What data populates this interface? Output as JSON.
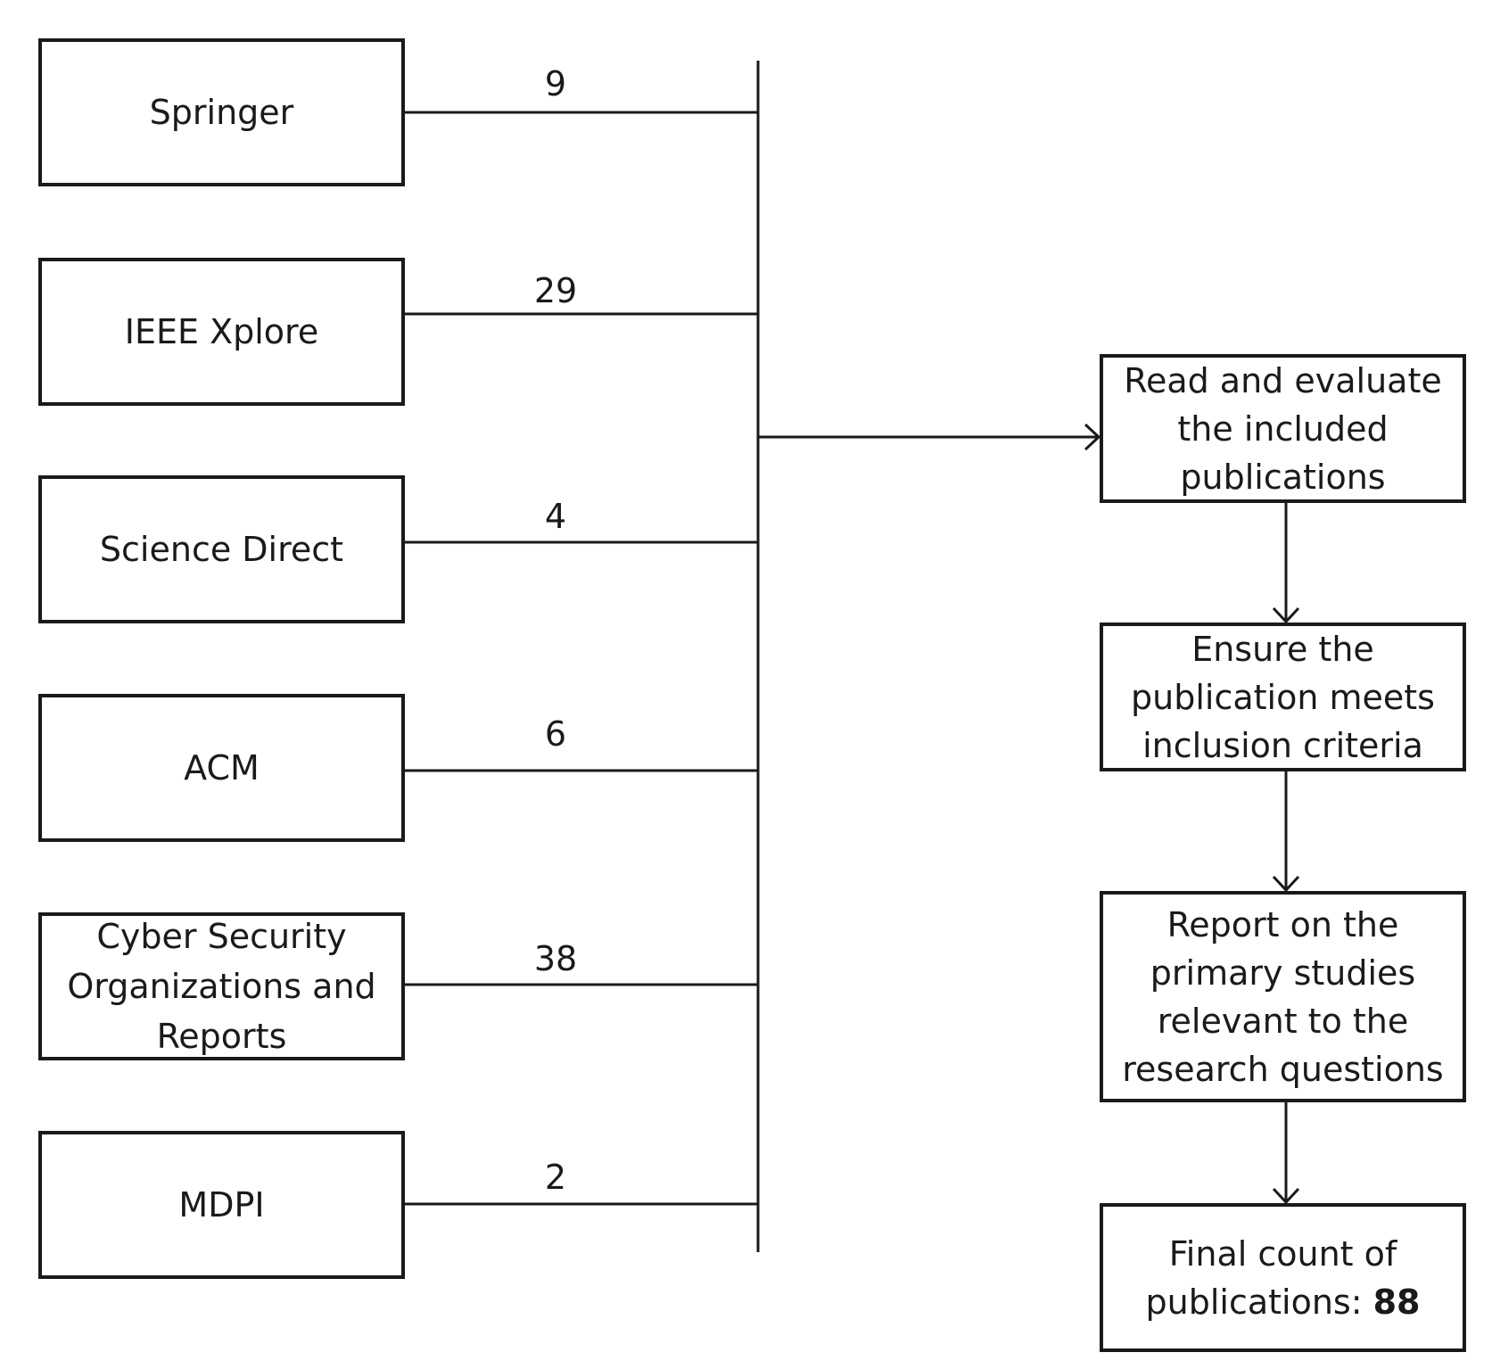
{
  "sources": [
    {
      "label": "Springer",
      "count": "9"
    },
    {
      "label": "IEEE Xplore",
      "count": "29"
    },
    {
      "label": "Science Direct",
      "count": "4"
    },
    {
      "label": "ACM",
      "count": "6"
    },
    {
      "label": "Cyber Security Organizations and Reports",
      "count": "38"
    },
    {
      "label": "MDPI",
      "count": "2"
    }
  ],
  "steps": [
    {
      "label": "Read and evaluate the included publications"
    },
    {
      "label": "Ensure the publication meets inclusion criteria"
    },
    {
      "label": "Report on the primary studies relevant to the research questions"
    },
    {
      "label": "Final count of publications:",
      "value": "88"
    }
  ]
}
